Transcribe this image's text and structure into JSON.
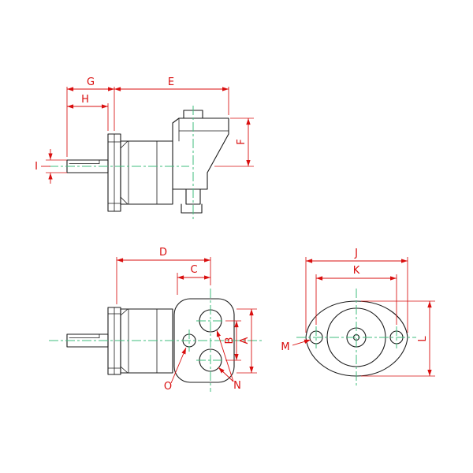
{
  "colors": {
    "background": "#ffffff",
    "outline": "#1b1b1b",
    "dimension": "#d90f0f",
    "centerline": "#3fbe7c"
  },
  "labels": {
    "side_view_top": {
      "G": "G",
      "H": "H",
      "E": "E",
      "F": "F",
      "I": "I"
    },
    "side_view_bottom": {
      "D": "D",
      "C": "C",
      "B": "B",
      "A": "A",
      "N": "N",
      "O": "O"
    },
    "end_view": {
      "J": "J",
      "K": "K",
      "L": "L",
      "M": "M"
    }
  }
}
